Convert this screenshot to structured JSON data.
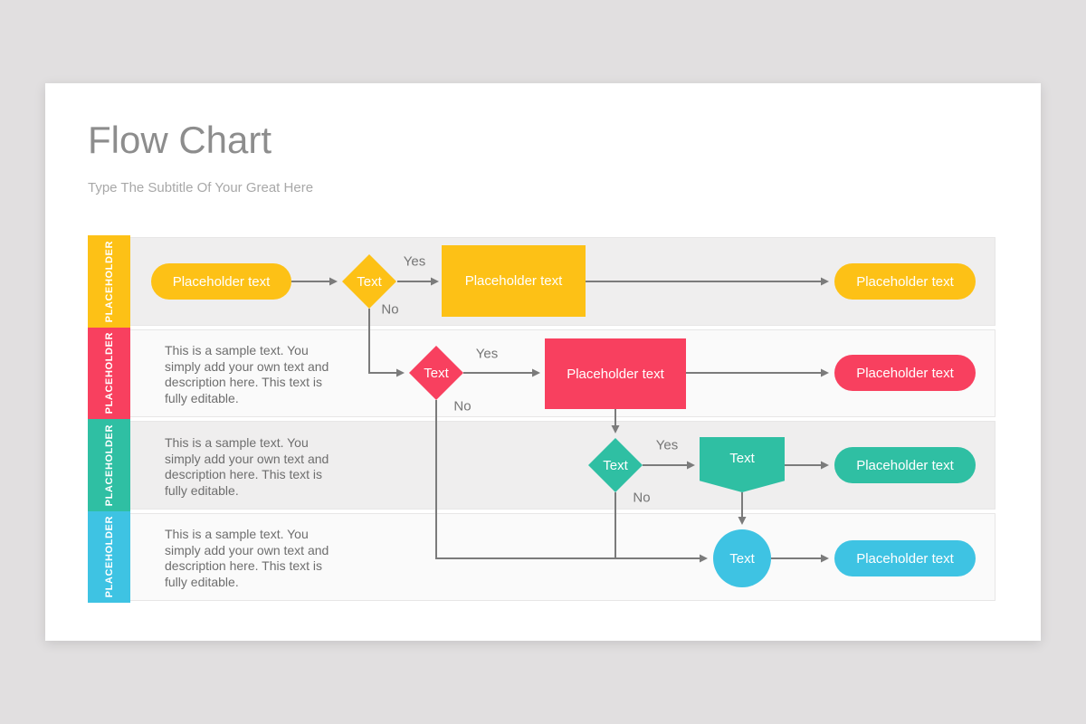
{
  "slide": {
    "title": "Flow Chart",
    "subtitle": "Type The Subtitle Of Your Great Here"
  },
  "rows": [
    {
      "tab": "PLACEHOLDER",
      "color": "#FDC116",
      "nodes": {
        "start_pill": "Placeholder text",
        "decision": "Text",
        "process": "Placeholder text",
        "end_pill": "Placeholder text"
      },
      "branch": {
        "yes": "Yes",
        "no": "No"
      }
    },
    {
      "tab": "PLACEHOLDER",
      "color": "#F8405F",
      "description": "This is a sample text. You simply add your own text and description here. This text is fully editable.",
      "nodes": {
        "decision": "Text",
        "process": "Placeholder text",
        "end_pill": "Placeholder text"
      },
      "branch": {
        "yes": "Yes",
        "no": "No"
      }
    },
    {
      "tab": "PLACEHOLDER",
      "color": "#2FBFA3",
      "description": "This is a sample text. You simply add your own text and description here. This text is fully editable.",
      "nodes": {
        "decision": "Text",
        "banner": "Text",
        "end_pill": "Placeholder text"
      },
      "branch": {
        "yes": "Yes",
        "no": "No"
      }
    },
    {
      "tab": "PLACEHOLDER",
      "color": "#3EC3E3",
      "description": "This is a sample text. You simply add your own text and description here. This text is fully editable.",
      "nodes": {
        "terminal": "Text",
        "end_pill": "Placeholder text"
      }
    }
  ],
  "colors": {
    "canvas": "#e1dfe0",
    "card": "#ffffff",
    "title": "#8d8d8d",
    "subtitle": "#a8a8a8",
    "connector": "#7b7b7b",
    "stripe_dark": "#efeeee",
    "stripe_light": "#fafafa",
    "yellow": "#FDC116",
    "pink": "#F8405F",
    "teal": "#2FBFA3",
    "cyan": "#3EC3E3"
  }
}
